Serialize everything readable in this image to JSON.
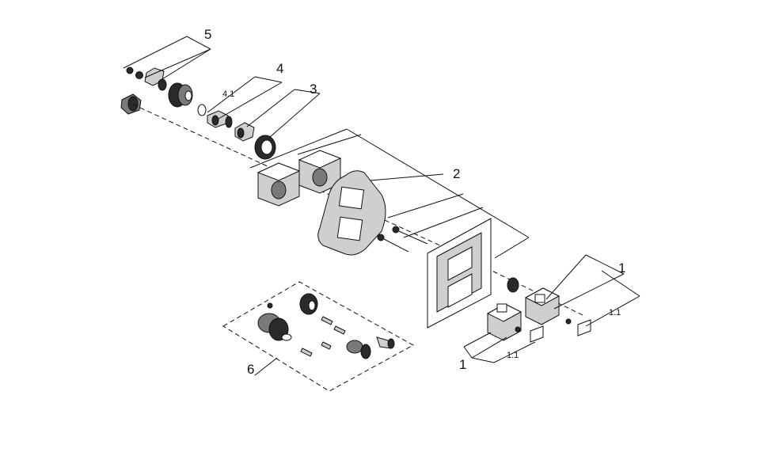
{
  "callouts": {
    "p1_top": "1",
    "p1_bottom": "1",
    "p11_top": "1.1",
    "p11_bottom": "1.1",
    "p2": "2",
    "p3": "3",
    "p4": "4",
    "p41": "4.1",
    "p5": "5",
    "p6": "6"
  }
}
